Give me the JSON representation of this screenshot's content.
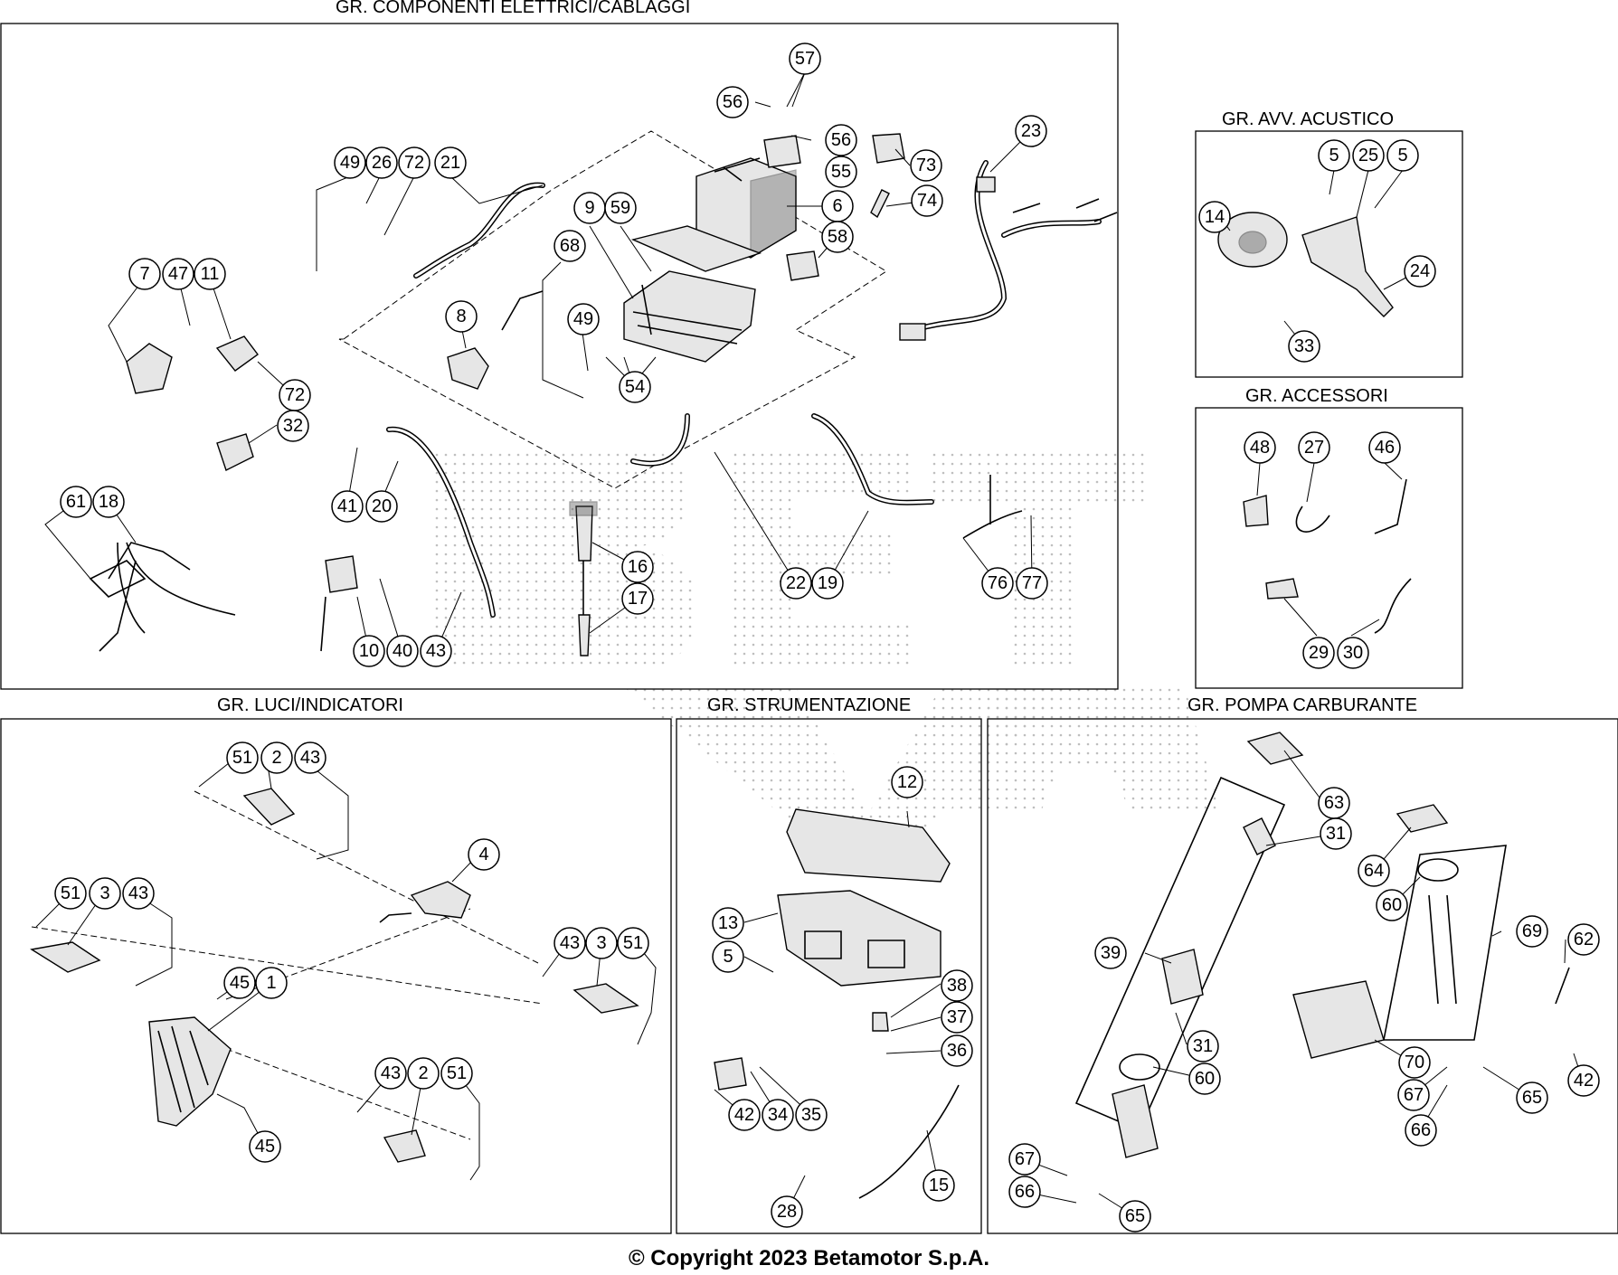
{
  "groups": {
    "electrical": {
      "title": "GR. COMPONENTI ELETTRICI/CABLAGGI"
    },
    "horn": {
      "title": "GR. AVV. ACUSTICO"
    },
    "accessories": {
      "title": "GR. ACCESSORI"
    },
    "lights": {
      "title": "GR. LUCI/INDICATORI"
    },
    "instruments": {
      "title": "GR. STRUMENTAZIONE"
    },
    "fuel_pump": {
      "title": "GR. POMPA CARBURANTE"
    }
  },
  "callouts": {
    "electrical": [
      "57",
      "56",
      "56",
      "55",
      "73",
      "6",
      "74",
      "58",
      "23",
      "49",
      "26",
      "72",
      "21",
      "9",
      "59",
      "68",
      "7",
      "47",
      "11",
      "8",
      "49",
      "54",
      "72",
      "32",
      "41",
      "20",
      "61",
      "18",
      "16",
      "17",
      "22",
      "19",
      "76",
      "77",
      "10",
      "40",
      "43"
    ],
    "horn": [
      "5",
      "25",
      "5",
      "14",
      "24",
      "33"
    ],
    "accessories": [
      "48",
      "27",
      "46",
      "29",
      "30"
    ],
    "lights": [
      "51",
      "2",
      "43",
      "4",
      "51",
      "3",
      "43",
      "43",
      "3",
      "51",
      "45",
      "1",
      "43",
      "2",
      "51",
      "45"
    ],
    "instruments": [
      "12",
      "13",
      "5",
      "38",
      "37",
      "36",
      "42",
      "34",
      "35",
      "15",
      "28"
    ],
    "fuel_pump": [
      "63",
      "31",
      "64",
      "60",
      "69",
      "62",
      "39",
      "31",
      "60",
      "70",
      "67",
      "65",
      "66",
      "42",
      "67",
      "66",
      "65"
    ]
  },
  "watermark": "Beta",
  "copyright": "© Copyright 2023 Betamotor S.p.A."
}
